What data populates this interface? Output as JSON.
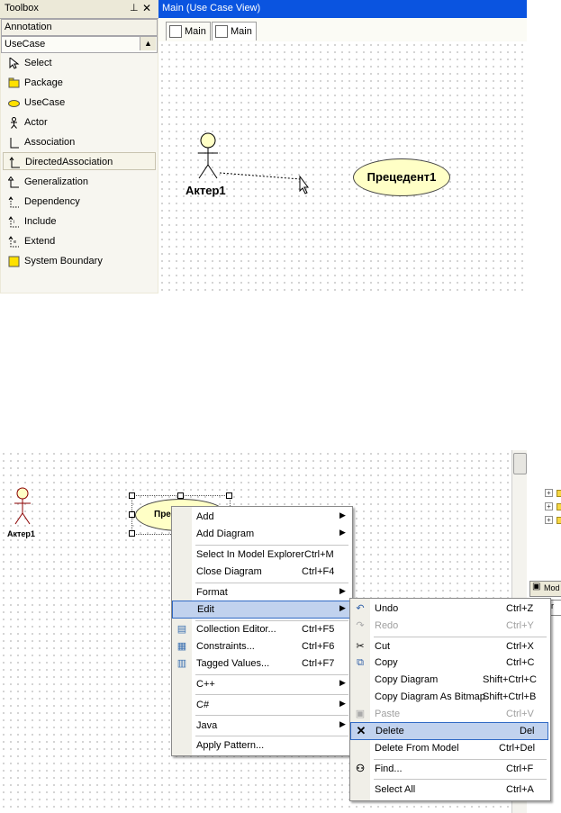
{
  "toolbox": {
    "title": "Toolbox",
    "pin_glyph": "⊥",
    "close_glyph": "✕",
    "groups": [
      "Annotation",
      "UseCase"
    ],
    "collapse_glyph": "▲",
    "items": [
      {
        "label": "Select",
        "icon": "pointer-icon"
      },
      {
        "label": "Package",
        "icon": "package-icon"
      },
      {
        "label": "UseCase",
        "icon": "usecase-icon"
      },
      {
        "label": "Actor",
        "icon": "actor-icon"
      },
      {
        "label": "Association",
        "icon": "association-icon"
      },
      {
        "label": "DirectedAssociation",
        "icon": "directed-association-icon"
      },
      {
        "label": "Generalization",
        "icon": "generalization-icon"
      },
      {
        "label": "Dependency",
        "icon": "dependency-icon"
      },
      {
        "label": "Include",
        "icon": "include-icon"
      },
      {
        "label": "Extend",
        "icon": "extend-icon"
      },
      {
        "label": "System Boundary",
        "icon": "system-boundary-icon"
      }
    ],
    "selected_item": "DirectedAssociation"
  },
  "diagram": {
    "window_title": "Main (Use Case View)",
    "tabs": [
      "Main",
      "Main"
    ],
    "actor_label": "Актер1",
    "usecase_label": "Прецедент1"
  },
  "bottom": {
    "actor_label": "Актер1",
    "usecase_label_partial": "Прец",
    "side_tab_label": "Mod",
    "side_tab_label2": "er"
  },
  "context_menu": {
    "items": [
      {
        "label": "Add",
        "shortcut": "",
        "submenu": true
      },
      {
        "label": "Add Diagram",
        "shortcut": "",
        "submenu": true
      },
      {
        "label": "Select In Model Explorer",
        "shortcut": "Ctrl+M"
      },
      {
        "label": "Close Diagram",
        "shortcut": "Ctrl+F4"
      },
      {
        "label": "Format",
        "shortcut": "",
        "submenu": true
      },
      {
        "label": "Edit",
        "shortcut": "",
        "submenu": true
      },
      {
        "label": "Collection Editor...",
        "shortcut": "Ctrl+F5"
      },
      {
        "label": "Constraints...",
        "shortcut": "Ctrl+F6"
      },
      {
        "label": "Tagged Values...",
        "shortcut": "Ctrl+F7"
      },
      {
        "label": "C++",
        "shortcut": "",
        "submenu": true
      },
      {
        "label": "C#",
        "shortcut": "",
        "submenu": true
      },
      {
        "label": "Java",
        "shortcut": "",
        "submenu": true
      },
      {
        "label": "Apply Pattern...",
        "shortcut": ""
      }
    ],
    "highlighted": "Edit"
  },
  "edit_submenu": {
    "items": [
      {
        "label": "Undo",
        "shortcut": "Ctrl+Z"
      },
      {
        "label": "Redo",
        "shortcut": "Ctrl+Y",
        "disabled": true
      },
      {
        "label": "Cut",
        "shortcut": "Ctrl+X"
      },
      {
        "label": "Copy",
        "shortcut": "Ctrl+C"
      },
      {
        "label": "Copy Diagram",
        "shortcut": "Shift+Ctrl+C"
      },
      {
        "label": "Copy Diagram As Bitmap",
        "shortcut": "Shift+Ctrl+B"
      },
      {
        "label": "Paste",
        "shortcut": "Ctrl+V",
        "disabled": true
      },
      {
        "label": "Delete",
        "shortcut": "Del"
      },
      {
        "label": "Delete From Model",
        "shortcut": "Ctrl+Del"
      },
      {
        "label": "Find...",
        "shortcut": "Ctrl+F"
      },
      {
        "label": "Select All",
        "shortcut": "Ctrl+A"
      }
    ],
    "highlighted": "Delete"
  },
  "colors": {
    "title_bar": "#0a54e0",
    "highlight": "#c1d2ee",
    "usecase_fill": "#ffffc6",
    "actor_fill": "#ffffc6"
  }
}
